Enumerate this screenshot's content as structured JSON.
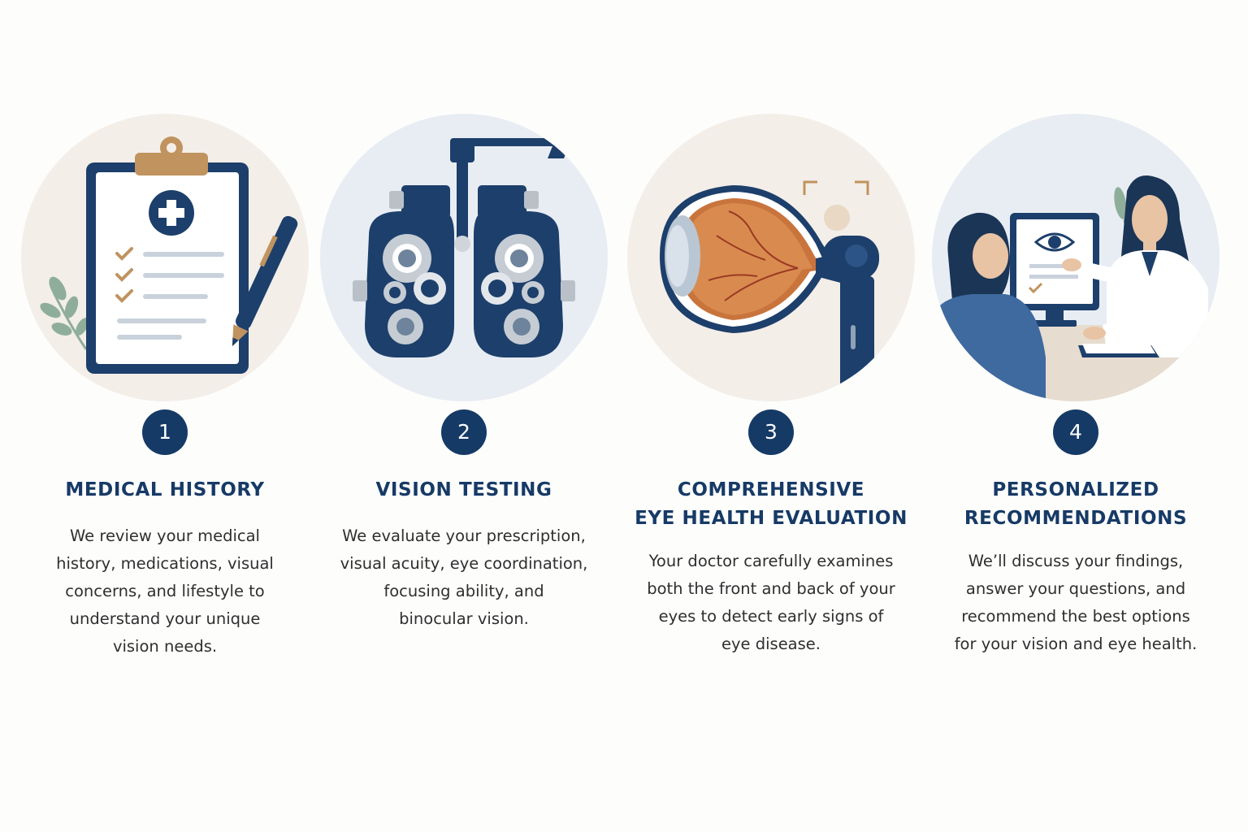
{
  "colors": {
    "navy": "#163a66",
    "tan": "#c0935f",
    "circle_warm": "#f2ece6",
    "circle_cool": "#e6ecf2",
    "text": "#2f2f2f"
  },
  "steps": [
    {
      "number": "1",
      "icon": "clipboard-icon",
      "title_lines": [
        "MEDICAL HISTORY"
      ],
      "desc_lines": [
        "We review your medical",
        "history, medications, visual",
        "concerns, and lifestyle to",
        "understand your unique",
        "vision needs."
      ]
    },
    {
      "number": "2",
      "icon": "phoropter-icon",
      "title_lines": [
        "VISION TESTING"
      ],
      "desc_lines": [
        "We evaluate your prescription,",
        "visual acuity, eye coordination,",
        "focusing ability, and",
        "binocular vision."
      ]
    },
    {
      "number": "3",
      "icon": "eye-anatomy-icon",
      "title_lines": [
        "COMPREHENSIVE",
        "EYE HEALTH EVALUATION"
      ],
      "desc_lines": [
        "Your doctor carefully examines",
        "both the front and back of your",
        "eyes to detect early signs of",
        "eye disease."
      ]
    },
    {
      "number": "4",
      "icon": "doctor-consultation-icon",
      "title_lines": [
        "PERSONALIZED",
        "RECOMMENDATIONS"
      ],
      "desc_lines": [
        "We’ll discuss your findings,",
        "answer your questions, and",
        "recommend the best options",
        "for your vision and eye health."
      ]
    }
  ]
}
